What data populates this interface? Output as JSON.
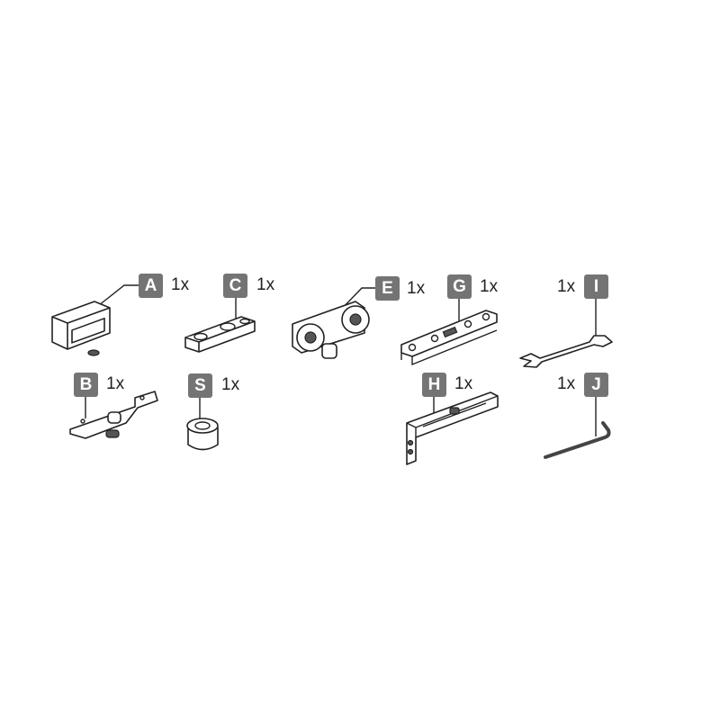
{
  "badge_color": "#747474",
  "parts": [
    {
      "label": "A",
      "qty": "1x"
    },
    {
      "label": "B",
      "qty": "1x"
    },
    {
      "label": "C",
      "qty": "1x"
    },
    {
      "label": "S",
      "qty": "1x"
    },
    {
      "label": "E",
      "qty": "1x"
    },
    {
      "label": "G",
      "qty": "1x"
    },
    {
      "label": "H",
      "qty": "1x"
    },
    {
      "label": "I",
      "qty": "1x"
    },
    {
      "label": "J",
      "qty": "1x"
    }
  ]
}
